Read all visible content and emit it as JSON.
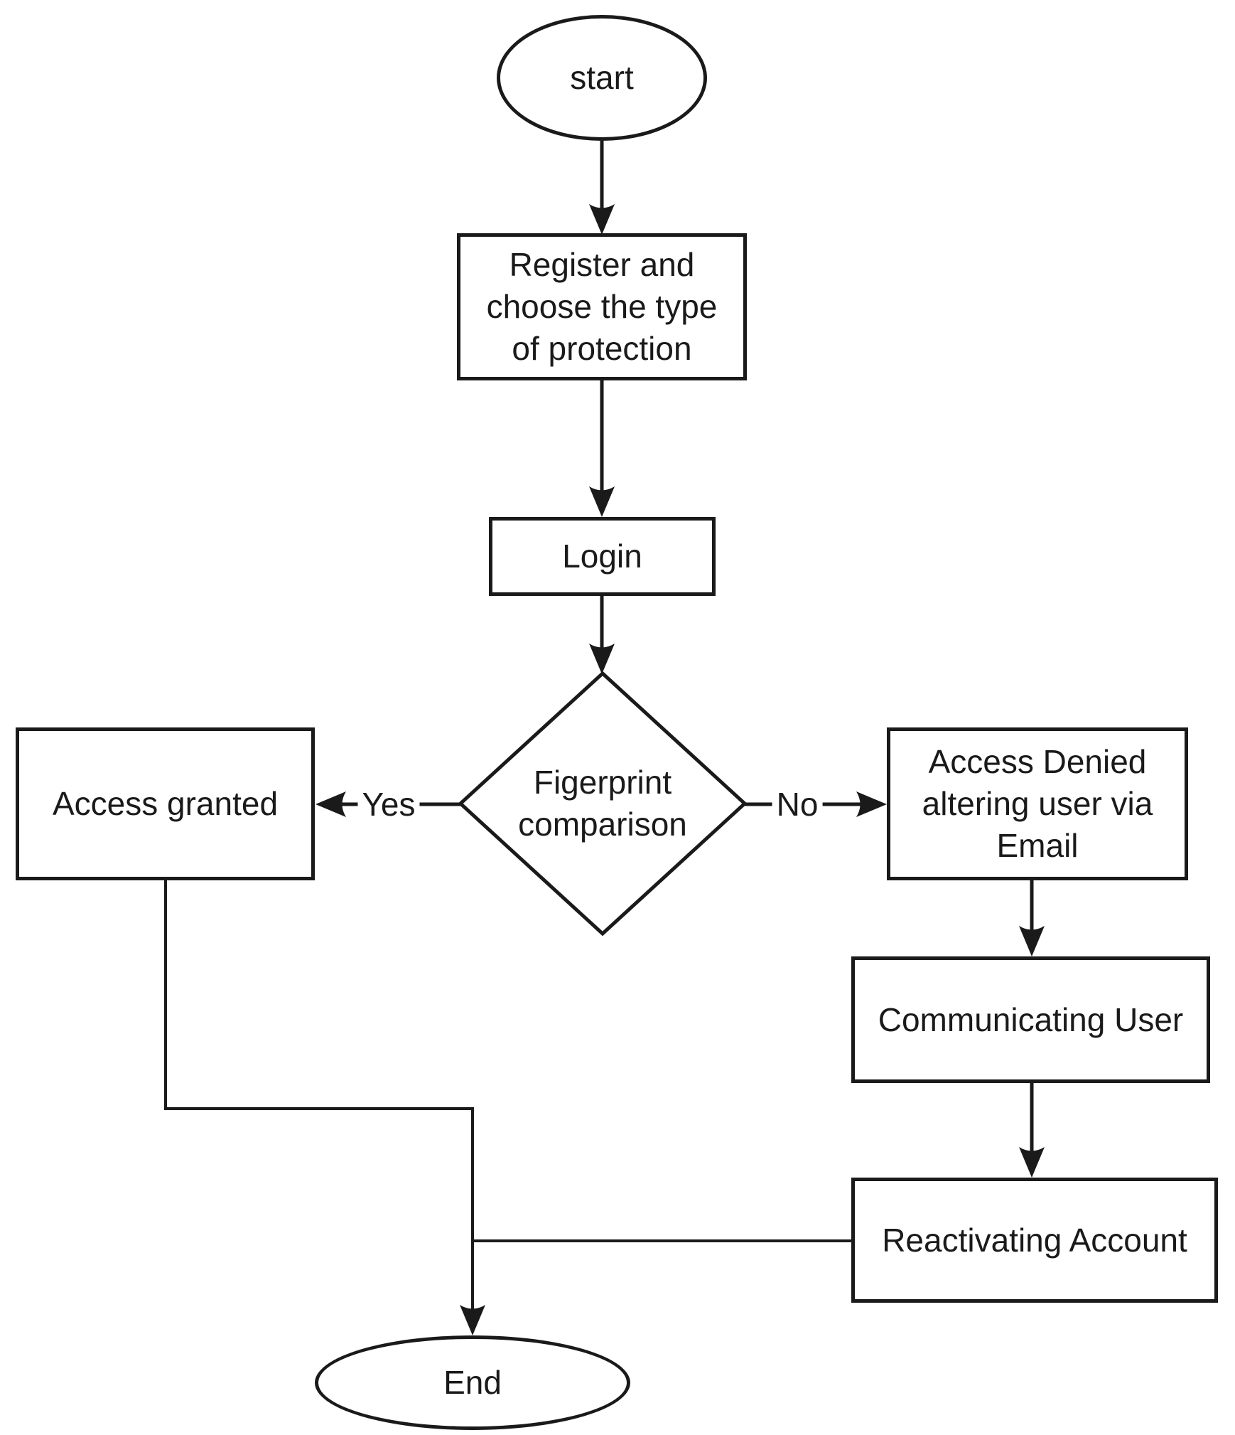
{
  "nodes": {
    "start": {
      "label": "start"
    },
    "register": {
      "lines": [
        "Register and",
        "choose the type",
        "of protection"
      ]
    },
    "login": {
      "label": "Login"
    },
    "decision": {
      "lines": [
        "Figerprint",
        "comparison"
      ]
    },
    "access_granted": {
      "label": "Access granted"
    },
    "access_denied": {
      "lines": [
        "Access Denied",
        "altering user via",
        "Email"
      ]
    },
    "communicating": {
      "label": "Communicating User"
    },
    "reactivating": {
      "label": "Reactivating Account"
    },
    "end": {
      "label": "End"
    }
  },
  "edges": {
    "yes_label": "Yes",
    "no_label": "No"
  },
  "colors": {
    "stroke": "#1a1a1a",
    "text": "#1a1a1a",
    "background": "#ffffff",
    "node_fill": "#ffffff"
  }
}
